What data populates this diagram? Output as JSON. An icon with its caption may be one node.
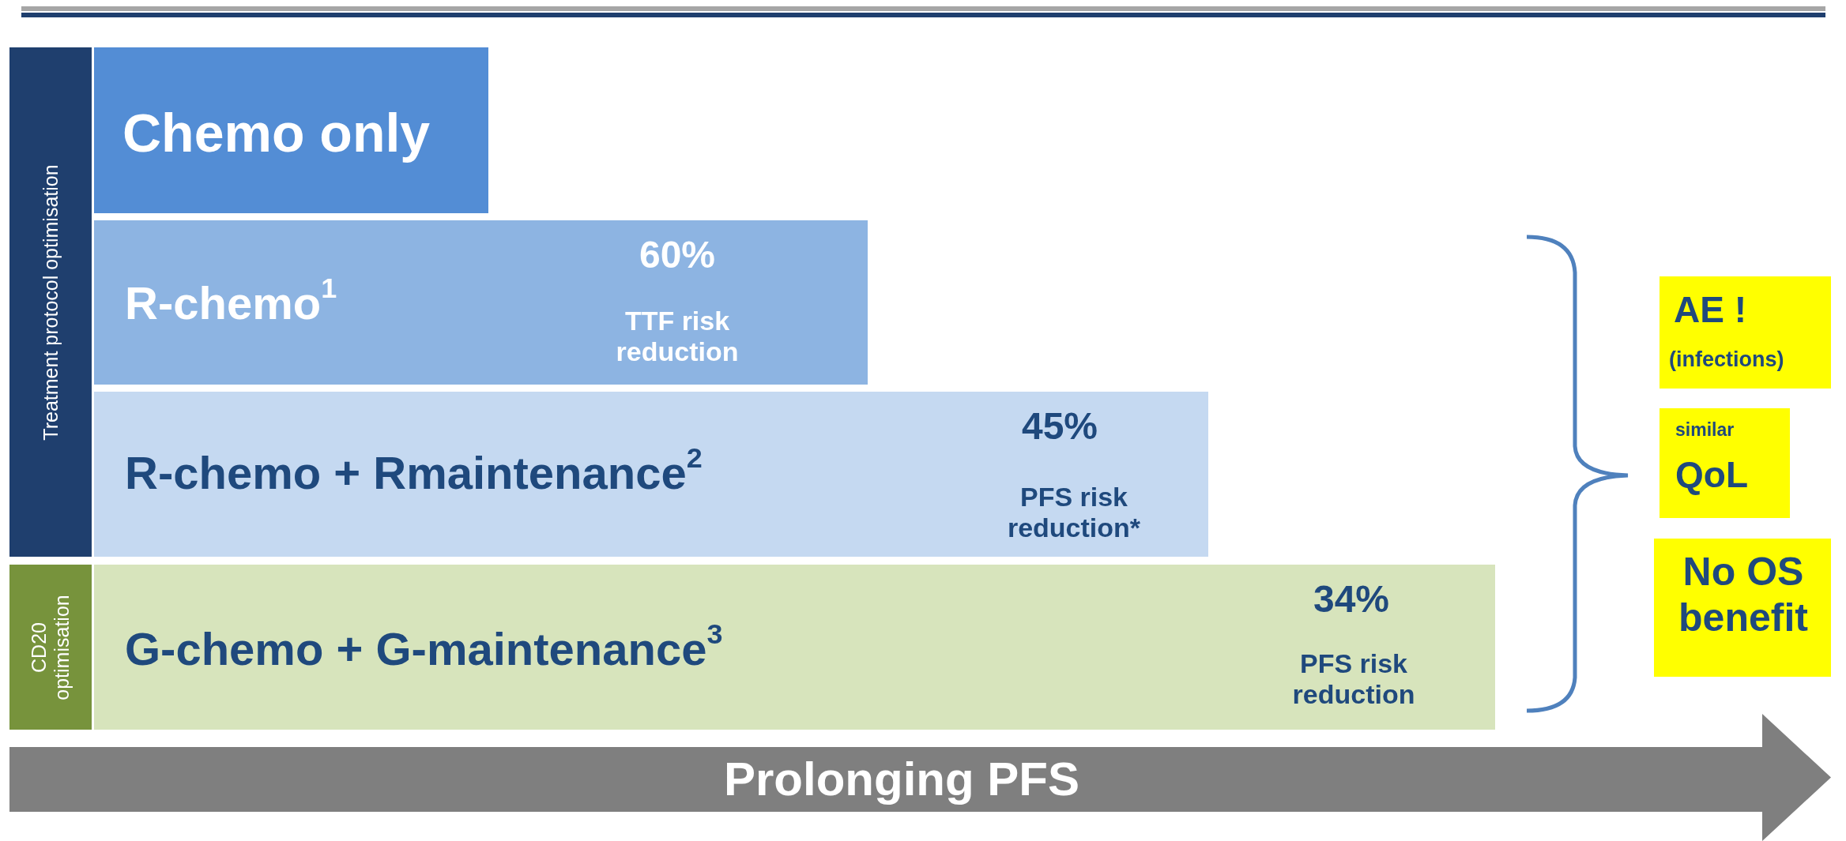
{
  "diagram": {
    "nodes": [
      {
        "text": [
          "Treatment protocol optimisation"
        ]
      },
      {
        "text": [
          "Chemo only"
        ]
      },
      {
        "text": [
          "R-chemo$^{1}$",
          "60%",
          "TTF risk reduction"
        ]
      },
      {
        "text": [
          "R-chemo + Rmaintenance$^{2}$",
          "45%",
          "PFS risk reduction*"
        ]
      },
      {
        "text": [
          "CD20 optimisation"
        ]
      },
      {
        "text": [
          "G-chemo + G-maintenance$^{3}$",
          "34%",
          "PFS risk reduction"
        ]
      },
      {
        "text": [
          "AE !",
          "(infections)"
        ]
      },
      {
        "text": [
          "similar",
          "QoL"
        ]
      },
      {
        "text": [
          "No OS benefit"
        ]
      },
      {
        "text": [
          "Prolonging PFS"
        ]
      }
    ]
  }
}
